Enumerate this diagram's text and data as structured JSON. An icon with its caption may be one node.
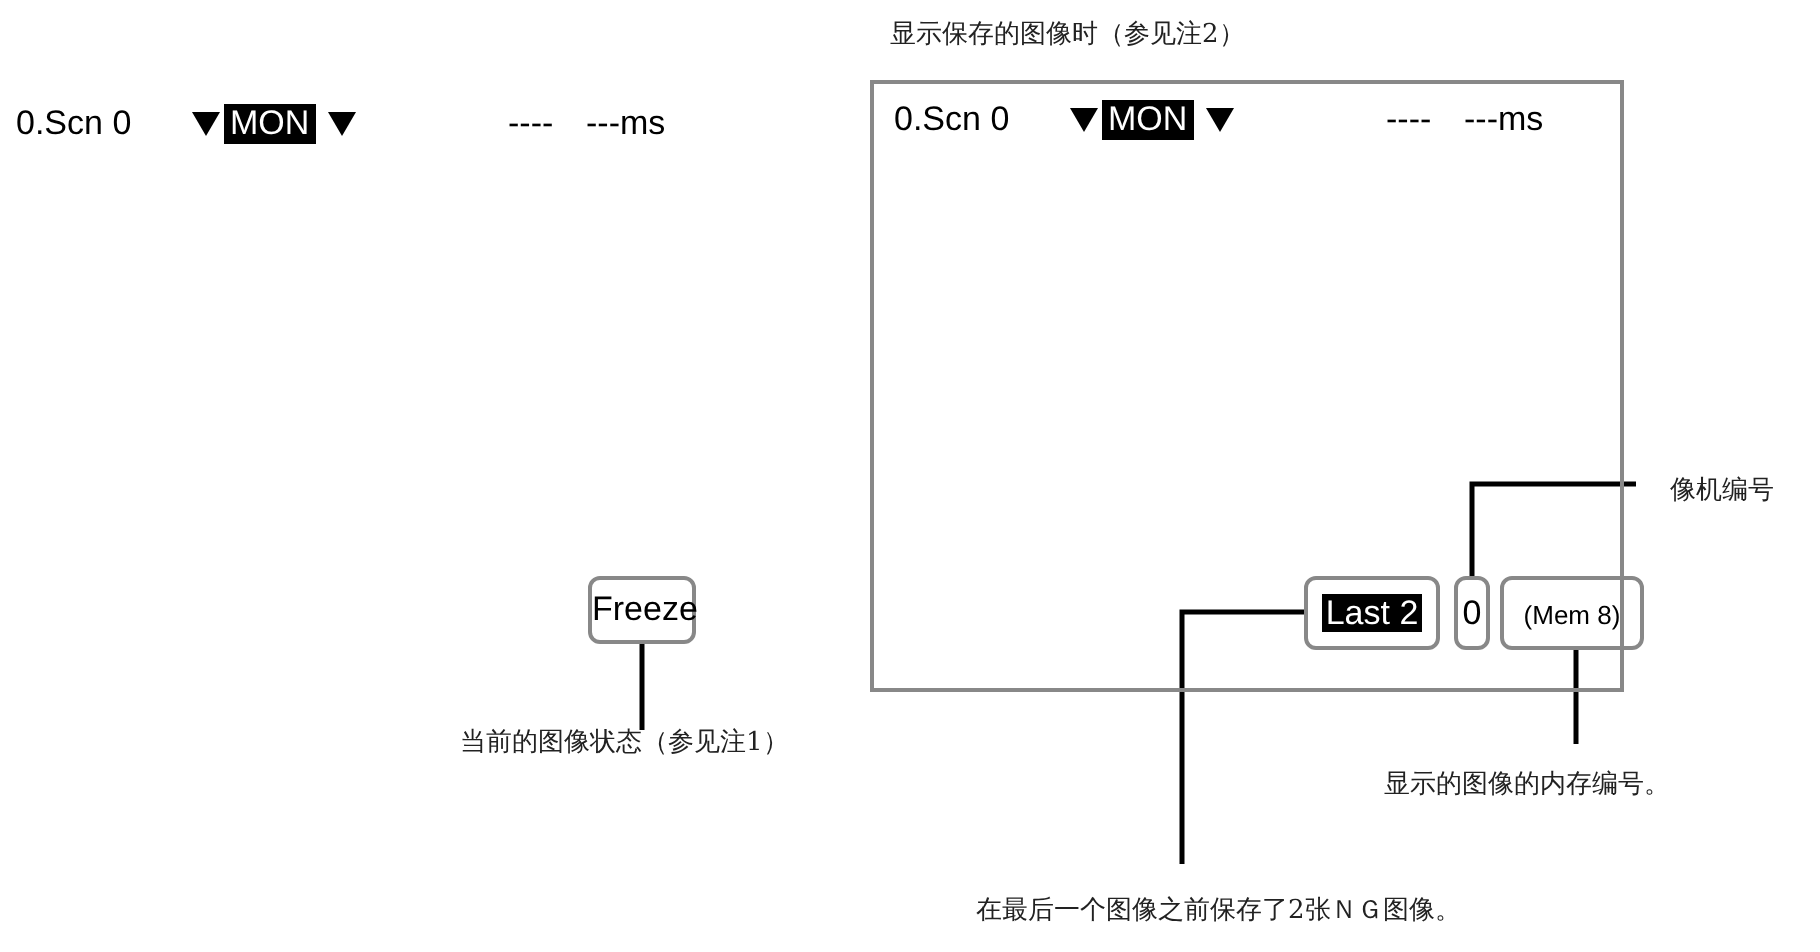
{
  "diagram": {
    "nodes": [
      {
        "text": [
          "显示保存的图像时（参见注2）",
          "0.Scn 0",
          "MON",
          "----",
          "---ms"
        ]
      },
      {
        "text": [
          "Freeze"
        ]
      },
      {
        "text": [
          "当前的图像状态（参见注1）"
        ]
      },
      {
        "text": [
          "Last 2"
        ],
        "in": 0
      },
      {
        "text": [
          "0"
        ],
        "in": 0
      },
      {
        "text": [
          "(Mem 8)"
        ]
      },
      {
        "text": [
          "像机编号"
        ]
      },
      {
        "text": [
          "显示的图像的内存编号。"
        ]
      },
      {
        "text": [
          "在最后一个图像之前保存了2张ＮＧ图像。"
        ]
      }
    ],
    "edges": [
      {
        "from": 2,
        "to": 1,
        "arrow": "none"
      },
      {
        "from": 6,
        "to": 4,
        "arrow": "none"
      },
      {
        "from": 7,
        "to": 5,
        "arrow": "none"
      },
      {
        "from": 8,
        "to": 3,
        "arrow": "none"
      }
    ],
    "labels": [
      "0.Scn 0",
      "MON",
      "----",
      "---ms"
    ]
  }
}
